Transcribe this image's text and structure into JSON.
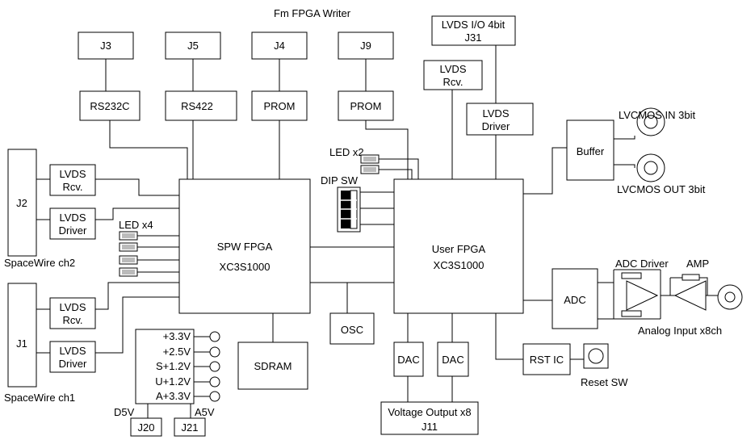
{
  "title": "Fm  FPGA Writer",
  "connectors": {
    "j3": "J3",
    "j5": "J5",
    "j4": "J4",
    "j9": "J9",
    "j2": "J2",
    "j1": "J1",
    "j31_top": "LVDS I/O 4bit",
    "j31_bottom": "J31",
    "j20": "J20",
    "j21": "J21",
    "j11_top": "Voltage Output x8",
    "j11_bottom": "J11"
  },
  "blocks": {
    "rs232c": "RS232C",
    "rs422": "RS422",
    "prom_left": "PROM",
    "prom_right": "PROM",
    "lvds_rcv_top": [
      "LVDS",
      "Rcv."
    ],
    "lvds_driver_top": [
      "LVDS",
      "Driver"
    ],
    "lvds_rcv_ch2": [
      "LVDS",
      "Rcv."
    ],
    "lvds_driver_ch2": [
      "LVDS",
      "Driver"
    ],
    "lvds_rcv_ch1": [
      "LVDS",
      "Rcv."
    ],
    "lvds_driver_ch1": [
      "LVDS",
      "Driver"
    ],
    "spw_fpga": [
      "SPW FPGA",
      "XC3S1000"
    ],
    "user_fpga": [
      "User FPGA",
      "XC3S1000"
    ],
    "buffer": "Buffer",
    "adc": "ADC",
    "osc": "OSC",
    "sdram": "SDRAM",
    "dac1": "DAC",
    "dac2": "DAC",
    "rst_ic": "RST IC"
  },
  "labels": {
    "spacewire_ch2": "SpaceWire ch2",
    "spacewire_ch1": "SpaceWire ch1",
    "led_x4": "LED  x4",
    "led_x2": "LED  x2",
    "dip_sw": "DIP SW",
    "lvcmos_in": "LVCMOS IN 3bit",
    "lvcmos_out": "LVCMOS OUT 3bit",
    "adc_driver": "ADC  Driver",
    "amp": "AMP",
    "analog_input": "Analog  Input  x8ch",
    "reset_sw": "Reset SW",
    "d5v": "D5V",
    "a5v": "A5V"
  },
  "power_rails": [
    "+3.3V",
    "+2.5V",
    "S+1.2V",
    "U+1.2V",
    "A+3.3V"
  ]
}
